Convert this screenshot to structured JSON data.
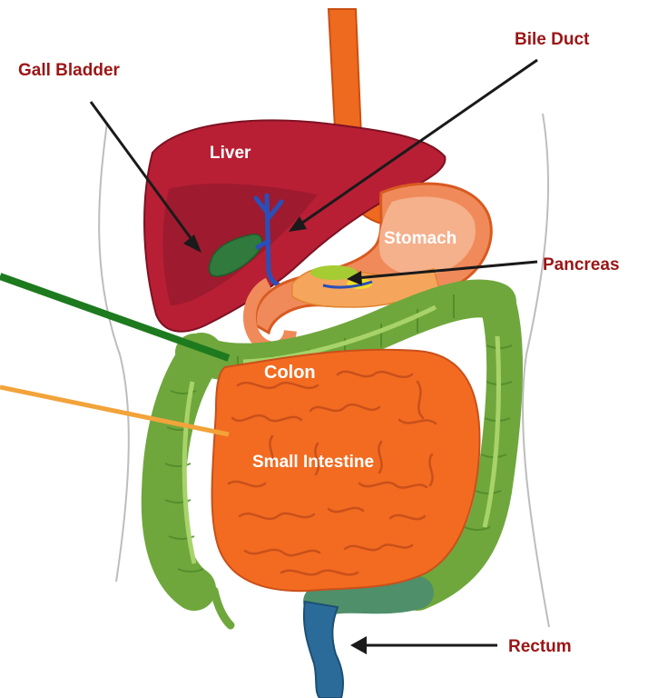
{
  "labels": {
    "gall_bladder": "Gall Bladder",
    "bile_duct": "Bile Duct",
    "liver": "Liver",
    "stomach": "Stomach",
    "pancreas": "Pancreas",
    "colon": "Colon",
    "small_intestine": "Small Intestine",
    "rectum": "Rectum"
  },
  "colors": {
    "label_dark_red": "#9b1515",
    "liver": "#b81f35",
    "liver_shadow": "#8e1428",
    "gall_bladder": "#2f7a3c",
    "bile_duct": "#2a4fb8",
    "esophagus": "#ee6a1f",
    "stomach": "#f08a5a",
    "stomach_inner": "#f5b08c",
    "pancreas": "#f5a65c",
    "colon": "#6fa73c",
    "colon_dark": "#4f8a2a",
    "small_intestine": "#f26b21",
    "rectum": "#2b6b9a",
    "pointer_black": "#1a1a1a",
    "pointer_green": "#1e7a1e",
    "pointer_orange": "#f2a33a",
    "body_outline": "#bbbbbb"
  }
}
